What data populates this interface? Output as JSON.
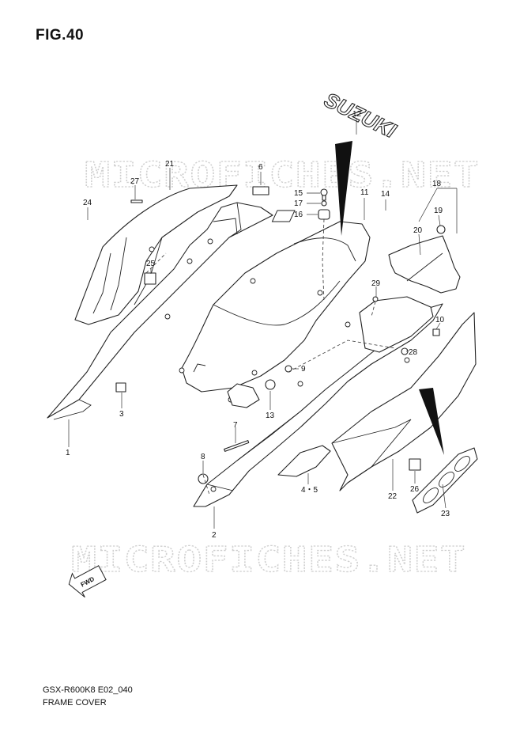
{
  "figure": {
    "title": "FIG.40",
    "model_code": "GSX-R600K8 E02_040",
    "caption": "FRAME COVER",
    "watermark": "MICROFICHES.NET",
    "emblem_text": "SUZUKI",
    "fwd_label": "FWD"
  },
  "callouts": [
    {
      "id": "c1",
      "label": "1"
    },
    {
      "id": "c2",
      "label": "2"
    },
    {
      "id": "c3",
      "label": "3"
    },
    {
      "id": "c45",
      "label": "4・5"
    },
    {
      "id": "c6",
      "label": "6"
    },
    {
      "id": "c7",
      "label": "7"
    },
    {
      "id": "c8",
      "label": "8"
    },
    {
      "id": "c9",
      "label": "9"
    },
    {
      "id": "c10",
      "label": "10"
    },
    {
      "id": "c11",
      "label": "11"
    },
    {
      "id": "c12",
      "label": "12"
    },
    {
      "id": "c13",
      "label": "13"
    },
    {
      "id": "c14",
      "label": "14"
    },
    {
      "id": "c15",
      "label": "15"
    },
    {
      "id": "c16",
      "label": "16"
    },
    {
      "id": "c17",
      "label": "17"
    },
    {
      "id": "c18",
      "label": "18"
    },
    {
      "id": "c19",
      "label": "19"
    },
    {
      "id": "c20",
      "label": "20"
    },
    {
      "id": "c21",
      "label": "21"
    },
    {
      "id": "c22",
      "label": "22"
    },
    {
      "id": "c23",
      "label": "23"
    },
    {
      "id": "c24",
      "label": "24"
    },
    {
      "id": "c25",
      "label": "25"
    },
    {
      "id": "c26",
      "label": "26"
    },
    {
      "id": "c27",
      "label": "27"
    },
    {
      "id": "c28",
      "label": "28"
    },
    {
      "id": "c29",
      "label": "29"
    }
  ]
}
